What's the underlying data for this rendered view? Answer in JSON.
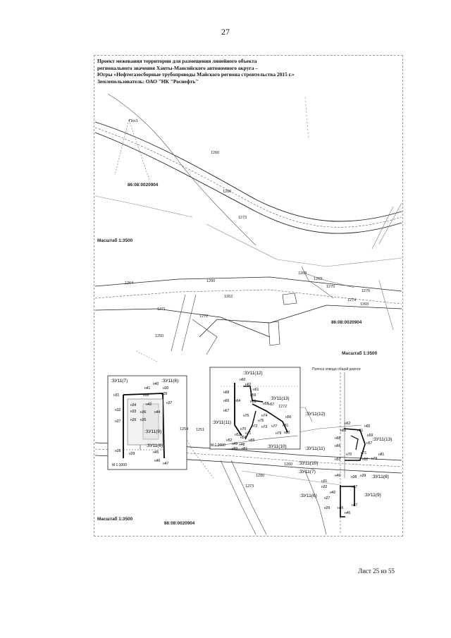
{
  "page_number": "27",
  "header": {
    "line1": "Проект межевания территории для размещения линейного объекта",
    "line2": "регионального значения Ханты-Мансийского автономного округа –",
    "line3": "Югры «Нефтегазосборные трубопроводы Майского региона строительства 2015 г.»",
    "line4": "Землепользователь:  ОАО \"НК \"Роснефть\""
  },
  "map1": {
    "cadastral": "86:08:0020904",
    "scale": "Масштаб 1:3500",
    "labels": [
      "Пох1",
      "1260",
      "1280",
      "1273"
    ]
  },
  "map2": {
    "cadastral": "86:08:0020904",
    "scale": "Масштаб 1:3500",
    "labels": [
      "1264",
      "1200",
      "1262",
      "1271",
      "1276",
      "1270",
      "1274",
      "1272",
      "1250",
      "1268",
      "1263",
      "1269"
    ]
  },
  "map3": {
    "cadastral": "86:08:0020904",
    "scale": "Масштаб 1:3500",
    "road": "Полоса отвода общей дороги",
    "inset1": {
      "scale": "М 1:1000",
      "zones": [
        ":ЗУ11(7)",
        ":ЗУ11(8)",
        ":ЗУ11(9)",
        ":ЗУ11(6)"
      ],
      "points": [
        "н40",
        "н41",
        "н30",
        "н31",
        "н38",
        "н39",
        "н37",
        "н32",
        "н34",
        "н42",
        "н33",
        "н36",
        "н44",
        "н26",
        "н35",
        "н27",
        "н28",
        "н29",
        "н45",
        "н46",
        "н47"
      ]
    },
    "inset2": {
      "scale": "М 1:2000",
      "zones": [
        ":ЗУ11(12)",
        ":ЗУ11(13)",
        ":ЗУ11(11)",
        ":ЗУ11(10)"
      ],
      "points": [
        "н60",
        "н62",
        "н61",
        "н68",
        "н59",
        "н57",
        "н65",
        "н63",
        "н67",
        "н64",
        "н58",
        "н75",
        "н74",
        "н76",
        "н56",
        "н73",
        "н77",
        "н81",
        "н79",
        "н80",
        "н72",
        "н70",
        "н71",
        "н53",
        "н54",
        "н49",
        "н48",
        "н52",
        "н55",
        "н50",
        "н51"
      ]
    },
    "zones_main": [
      ":ЗУ11(12)",
      ":ЗУ11(13)",
      ":ЗУ11(11)",
      ":ЗУ11(10)",
      ":ЗУ11(7)",
      ":ЗУ11(8)",
      ":ЗУ11(6)",
      ":ЗУ11(9)"
    ],
    "points_main": [
      "н62",
      "н61",
      "н60",
      "н68",
      "н65",
      "н59",
      "н57",
      "н66",
      "н81",
      "н70",
      "н71",
      "н79",
      "н52",
      "н53",
      "н40",
      "н38",
      "н39",
      "н31",
      "н32",
      "н37",
      "н42",
      "н27",
      "н29",
      "н45",
      "н47",
      "н46"
    ],
    "labels": [
      "1251",
      "1254",
      "1272",
      "1273",
      "1260",
      "1280"
    ]
  },
  "footer": "Лист 25 из 55"
}
